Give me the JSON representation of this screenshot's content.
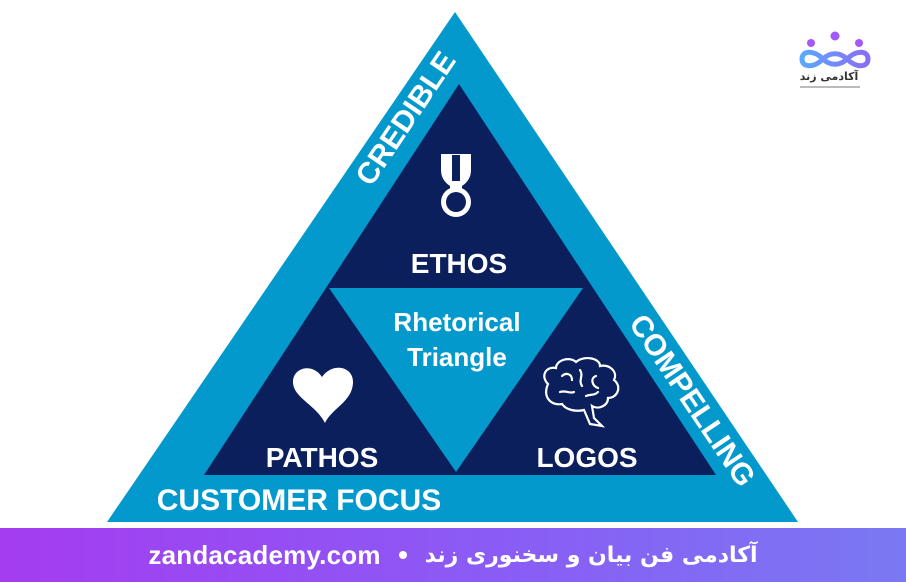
{
  "diagram": {
    "title": "Rhetorical Triangle",
    "center_label_line1": "Rhetorical",
    "center_label_line2": "Triangle",
    "sections": [
      {
        "label": "ETHOS",
        "icon": "medal-icon"
      },
      {
        "label": "PATHOS",
        "icon": "heart-icon"
      },
      {
        "label": "LOGOS",
        "icon": "brain-icon"
      }
    ],
    "edges": {
      "left": "CREDIBLE",
      "right": "COMPELLING",
      "bottom": "CUSTOMER FOCUS"
    },
    "colors": {
      "outer": "#0399cd",
      "inner": "#0b1f5c",
      "center": "#0399cd",
      "text": "#ffffff"
    }
  },
  "branding": {
    "logo_text": "آکادمی زند",
    "footer_site": "zandacademy.com",
    "footer_title": "آکادمی فن بیان و سخنوری زند",
    "frame_color": "#a259f7"
  }
}
